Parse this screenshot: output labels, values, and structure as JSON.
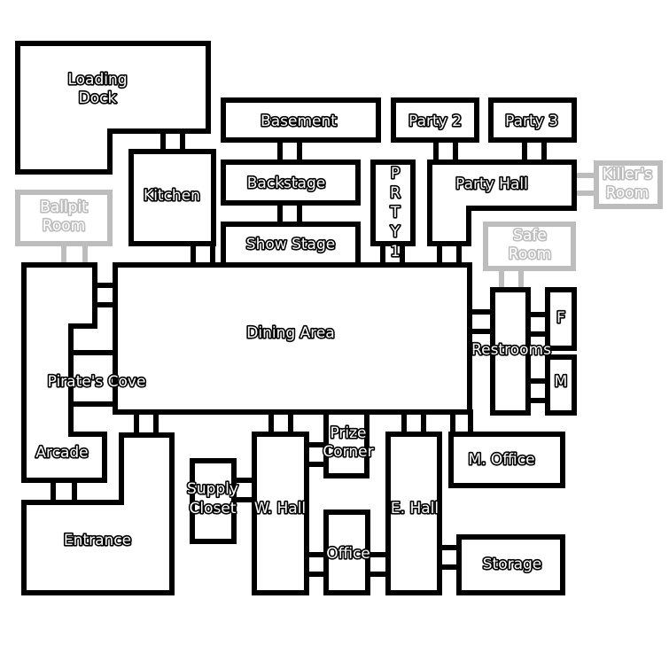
{
  "colors": {
    "wall": "#000000",
    "hidden_wall": "#bdbdbd",
    "fill": "#ffffff"
  },
  "rooms": {
    "loading_dock": [
      "Loading",
      "Dock"
    ],
    "kitchen": [
      "Kitchen"
    ],
    "basement": [
      "Basement"
    ],
    "backstage": [
      "Backstage"
    ],
    "show_stage": [
      "Show Stage"
    ],
    "prty1": [
      "P",
      "R",
      "T",
      "Y",
      "1"
    ],
    "party2": [
      "Party 2"
    ],
    "party3": [
      "Party 3"
    ],
    "party_hall": [
      "Party Hall"
    ],
    "killers_room": [
      "Killer's",
      "Room"
    ],
    "ballpit_room": [
      "Ballpit",
      "Room"
    ],
    "safe_room": [
      "Safe",
      "Room"
    ],
    "dining_area": [
      "Dining Area"
    ],
    "pirates_cove": [
      "Pirate's Cove"
    ],
    "arcade": [
      "Arcade"
    ],
    "restrooms": [
      "Restrooms"
    ],
    "f": [
      "F"
    ],
    "m": [
      "M"
    ],
    "entrance": [
      "Entrance"
    ],
    "supply_closet": [
      "Supply",
      "Closet"
    ],
    "w_hall": [
      "W. Hall"
    ],
    "prize_corner": [
      "Prize",
      "Corner"
    ],
    "office": [
      "Office"
    ],
    "e_hall": [
      "E. Hall"
    ],
    "m_office": [
      "M. Office"
    ],
    "storage": [
      "Storage"
    ]
  }
}
